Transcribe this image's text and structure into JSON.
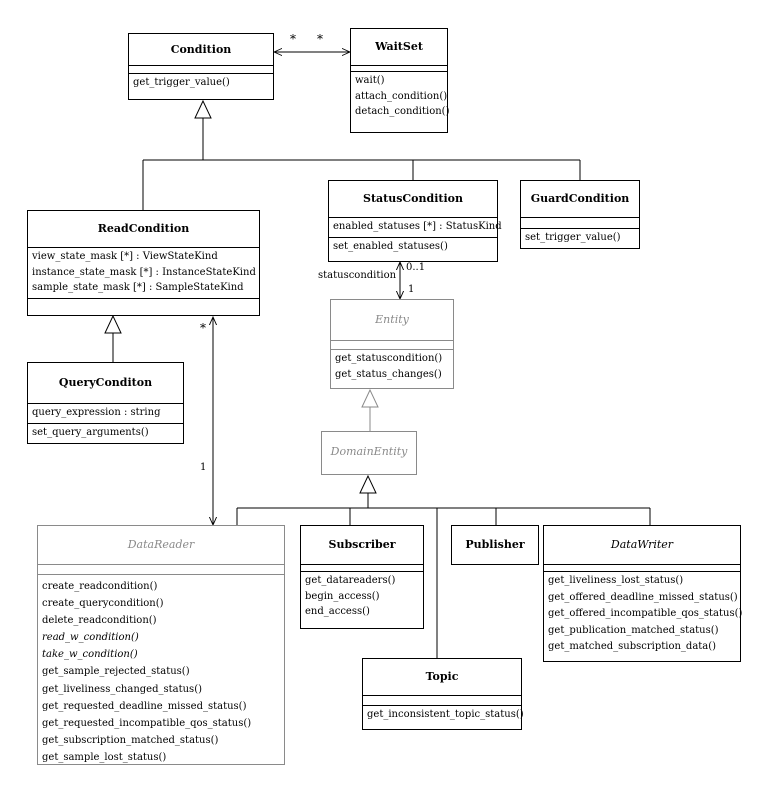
{
  "classes": {
    "condition": {
      "name": "Condition",
      "attributes": [],
      "operations": [
        "get_trigger_value()"
      ]
    },
    "waitset": {
      "name": "WaitSet",
      "attributes": [],
      "operations": [
        "wait()",
        "attach_condition()",
        "detach_condition()"
      ]
    },
    "statuscondition": {
      "name": "StatusCondition",
      "attributes": [
        "enabled_statuses [*] : StatusKind"
      ],
      "operations": [
        "set_enabled_statuses()"
      ]
    },
    "guardcondition": {
      "name": "GuardCondition",
      "attributes": [],
      "operations": [
        "set_trigger_value()"
      ]
    },
    "readcondition": {
      "name": "ReadCondition",
      "attributes": [
        "view_state_mask [*] : ViewStateKind",
        "instance_state_mask [*] : InstanceStateKind",
        "sample_state_mask [*] : SampleStateKind"
      ],
      "operations": []
    },
    "querycondition": {
      "name": "QueryConditon",
      "attributes": [
        "query_expression : string"
      ],
      "operations": [
        "set_query_arguments()"
      ]
    },
    "entity": {
      "name": "Entity",
      "abstract": true,
      "attributes": [],
      "operations": [
        "get_statuscondition()",
        "get_status_changes()"
      ]
    },
    "domainentity": {
      "name": "DomainEntity",
      "abstract": true
    },
    "datareader": {
      "name": "DataReader",
      "abstract": true,
      "attributes": [],
      "operations": [
        "create_readcondition()",
        "create_querycondition()",
        "delete_readcondition()",
        "read_w_condition()",
        "take_w_condition()",
        "get_sample_rejected_status()",
        "get_liveliness_changed_status()",
        "get_requested_deadline_missed_status()",
        "get_requested_incompatible_qos_status()",
        "get_subscription_matched_status()",
        "get_sample_lost_status()"
      ],
      "abstract_operations": [
        "read_w_condition()",
        "take_w_condition()"
      ]
    },
    "subscriber": {
      "name": "Subscriber",
      "attributes": [],
      "operations": [
        "get_datareaders()",
        "begin_access()",
        "end_access()"
      ]
    },
    "publisher": {
      "name": "Publisher"
    },
    "datawriter": {
      "name": "DataWriter",
      "abstract": true,
      "attributes": [],
      "operations": [
        "get_liveliness_lost_status()",
        "get_offered_deadline_missed_status()",
        "get_offered_incompatible_qos_status()",
        "get_publication_matched_status()",
        "get_matched_subscription_data()"
      ]
    },
    "topic": {
      "name": "Topic",
      "attributes": [],
      "operations": [
        "get_inconsistent_topic_status()"
      ]
    }
  },
  "labels": {
    "cond_wait_mult_a": "*",
    "cond_wait_mult_b": "*",
    "status_mult": "0..1",
    "status_role": "statuscondition",
    "entity_mult": "1",
    "reader_cond_mult": "*",
    "reader_mult": "1"
  }
}
